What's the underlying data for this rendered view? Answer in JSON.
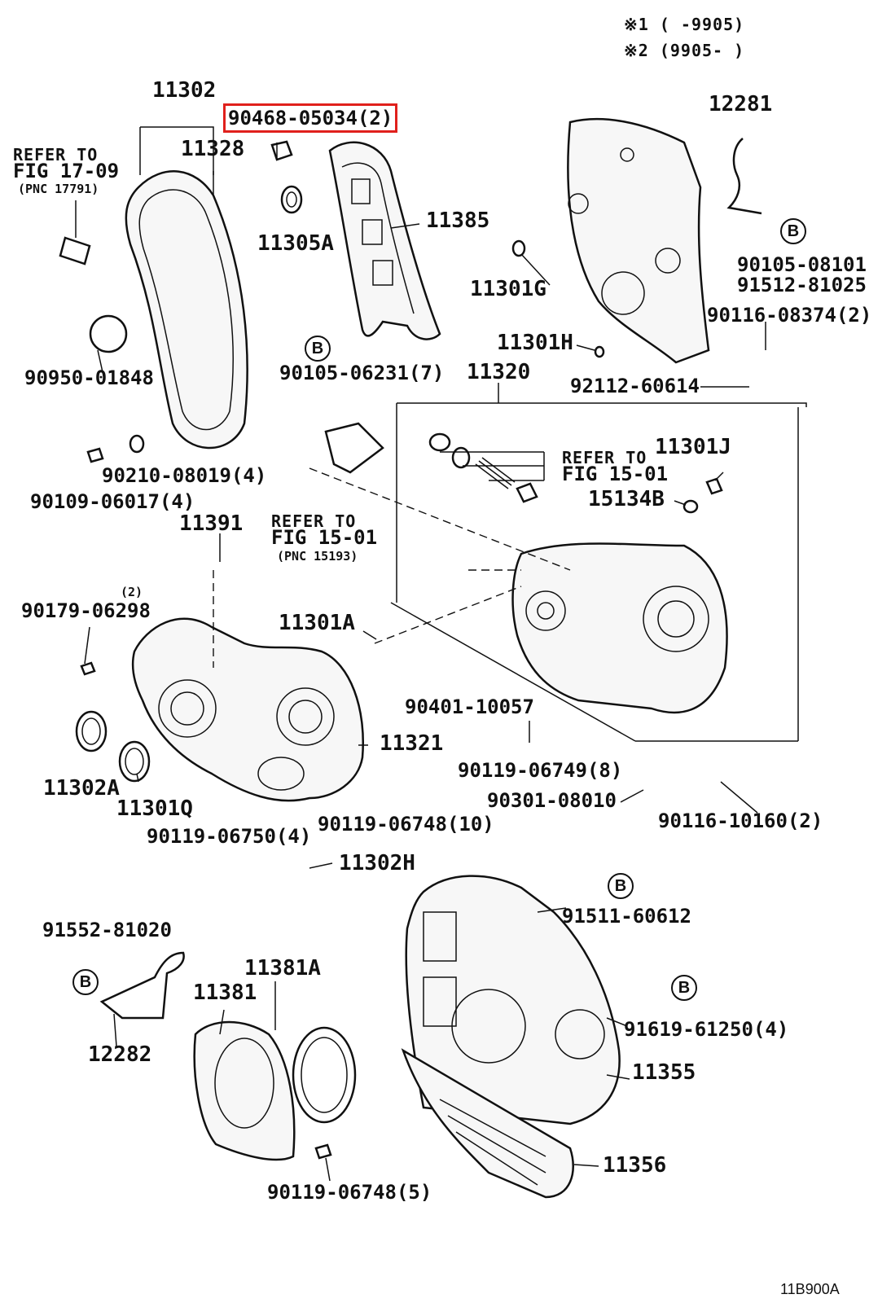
{
  "legend": {
    "note1": "※1 (      -9905)",
    "note2": "※2 (9905-      )"
  },
  "diagram_code": "11B900A",
  "highlight_color": "#e0201c",
  "b_marker": "B",
  "refs": {
    "r1": [
      "REFER TO",
      "FIG 17-09",
      "(PNC 17791)"
    ],
    "r2": [
      "REFER TO",
      "FIG 15-01"
    ],
    "r3": [
      "REFER TO",
      "FIG 15-01",
      "(PNC 15193)"
    ]
  },
  "parts": {
    "p11302": "11302",
    "p90468": "90468-05034(2)",
    "p11328": "11328",
    "p11385": "11385",
    "p11305A": "11305A",
    "p90950": "90950-01848",
    "p90105_06231": "90105-06231(7)",
    "p12281": "12281",
    "p90105_08101": "90105-08101",
    "p91512": "91512-81025",
    "p11301G": "11301G",
    "p90116_08374": "90116-08374(2)",
    "p11301H": "11301H",
    "p11320": "11320",
    "p92112": "92112-60614",
    "p90210": "90210-08019(4)",
    "p90109": "90109-06017(4)",
    "p11301J": "11301J",
    "p15134B": "15134B",
    "p11391": "11391",
    "p90179": "90179-06298",
    "p90179_qty": "(2)",
    "p11301A": "11301A",
    "p90401": "90401-10057",
    "p11321": "11321",
    "p90119_06749": "90119-06749(8)",
    "p11302A": "11302A",
    "p11301Q": "11301Q",
    "p90301": "90301-08010",
    "p90116_10160": "90116-10160(2)",
    "p90119_06750": "90119-06750(4)",
    "p90119_06748_10": "90119-06748(10)",
    "p11302H": "11302H",
    "p91511": "91511-60612",
    "p91552": "91552-81020",
    "p11381A": "11381A",
    "p11381": "11381",
    "p91619": "91619-61250(4)",
    "p12282": "12282",
    "p11355": "11355",
    "p11356": "11356",
    "p90119_06748_5": "90119-06748(5)"
  }
}
